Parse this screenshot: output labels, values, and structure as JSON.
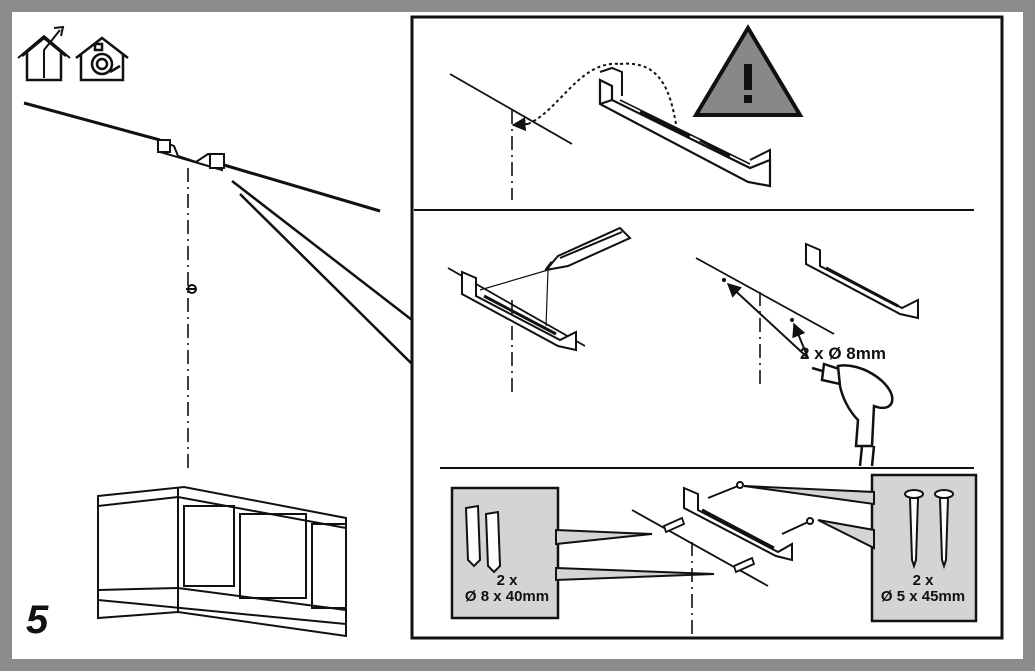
{
  "step_number": "5",
  "drill_label": "2 x Ø 8mm",
  "wall_plugs": {
    "qty": "2 x",
    "size": "Ø 8 x 40mm"
  },
  "screws": {
    "qty": "2 x",
    "size": "Ø 5 x 45mm"
  },
  "icons": [
    "house-extraction-icon",
    "house-recirculation-icon",
    "warning-triangle-icon",
    "pencil-icon",
    "drill-icon"
  ],
  "colors": {
    "frame": "#8c8c8c",
    "callout_fill": "#d4d4d4",
    "ink": "#111111"
  }
}
